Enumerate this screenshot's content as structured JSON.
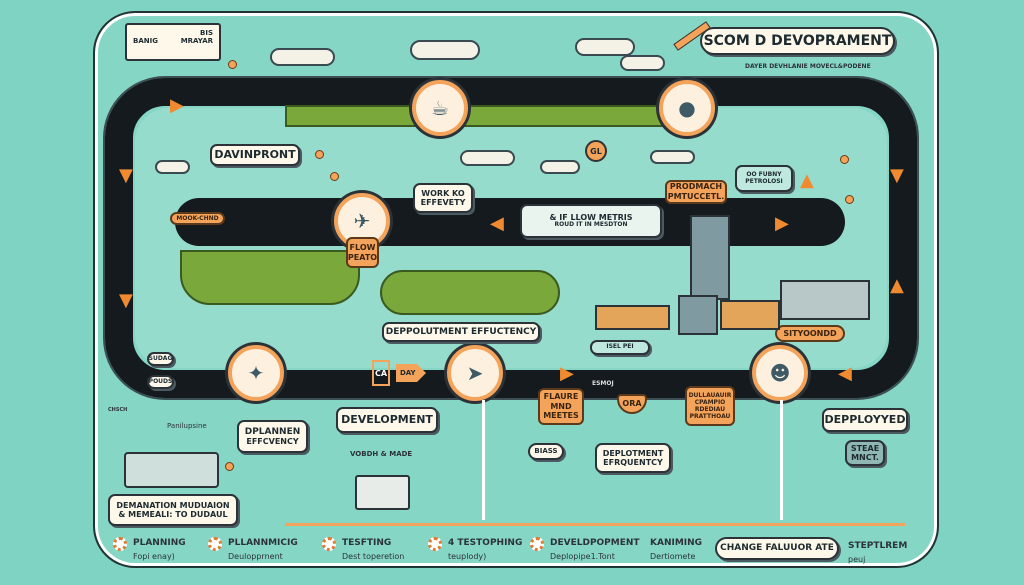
{
  "title": "SCOM D DEVOPRAMENT",
  "subtitle": "DAYER DEVHLANIE MOVECL&PODENE",
  "monitor": {
    "line1a": "BIS",
    "line2a": "BANIG",
    "line2b": "MRAYAR"
  },
  "labels": {
    "davinpront": "DAVINPRONT",
    "work_effevety": [
      "WORK KO",
      "EFFEVETY"
    ],
    "prodmach": [
      "PRODMACH",
      "PMTUCCETL."
    ],
    "oo_fubny": [
      "OO FUBNY",
      "PETROLOSI"
    ],
    "flow_metris": [
      "& IF LLOW METRIS",
      "ROUD IT IN MESDTON"
    ],
    "flow_peato": [
      "FLOW",
      "PEATO"
    ],
    "mook_chnd": "MOOK-CHND",
    "deployment_efficiency": "DEPPOLUTMENT EFFUCTENCY",
    "sityoondd": "SITYOONDD",
    "sudag": "SUDAG",
    "pouds": "POUDS",
    "ca": "CA",
    "day": "DAY",
    "dplannen": [
      "DPLANNEN",
      "EFFCVENCY"
    ],
    "development": "DEVELOPMENT",
    "flaure": [
      "FLAURE",
      "MND",
      "MEETES"
    ],
    "ora": "ORA",
    "dullauauir": [
      "DULLAUAUIR",
      "CPAMPIO",
      "RDEDIAU",
      "PRATTHOAU"
    ],
    "deployed": "DEPPLOYYED",
    "steae": [
      "STEAE",
      "MNCT."
    ],
    "biass": "BIASS",
    "deployment_frequency": [
      "DEPLOTMENT",
      "EFRQUENTCY"
    ],
    "demanation": [
      "DEMANATION MUDUAION",
      "& MEMEALI: TO DUDAUL"
    ],
    "vobdh": "VOBDH & MADE",
    "panilupsine": "Panilupsine",
    "gl": "GL",
    "isel": "ISEL PEI",
    "gsmo": "ESMOJ",
    "chsch": "CHSCH",
    "change_failure": "CHANGE FALUUOR ATE"
  },
  "legend": [
    {
      "title": "PLANNING",
      "sub": "Fopi enay)"
    },
    {
      "title": "PLLANNMICIG",
      "sub": "Deulopprnent"
    },
    {
      "title": "TESFTING",
      "sub": "Dest toperetion"
    },
    {
      "title": "4 TESTOPHING",
      "sub": "teuplody)"
    },
    {
      "title": "DEVELDPOPMENT",
      "sub": "Deplopipe1.Tont"
    },
    {
      "title": "KANIMING",
      "sub": "Dertiomete"
    },
    {
      "title": "STEPTLREM",
      "sub": "peuj"
    }
  ]
}
